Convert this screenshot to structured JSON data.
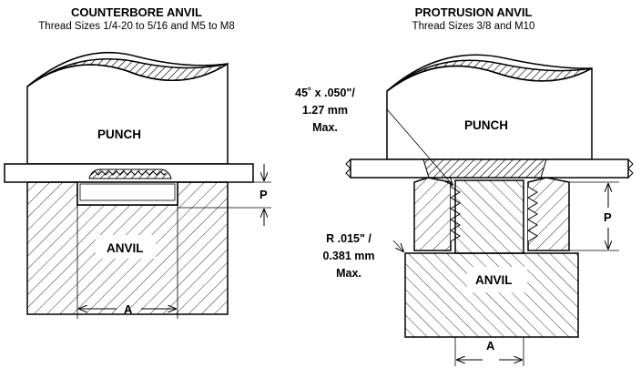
{
  "left": {
    "title": "COUNTERBORE ANVIL",
    "subtitle": "Thread Sizes 1/4-20 to 5/16 and M5 to M8",
    "punch_label": "PUNCH",
    "anvil_label": "ANVIL",
    "dim_p": "P",
    "dim_a": "A"
  },
  "right": {
    "title": "PROTRUSION ANVIL",
    "subtitle": "Thread Sizes 3/8 and M10",
    "punch_label": "PUNCH",
    "anvil_label": "ANVIL",
    "dim_p": "P",
    "dim_a": "A",
    "chamfer_note": [
      "45˚ x .050\"/",
      "1.27 mm",
      "Max."
    ],
    "radius_note": [
      "R .015\" /",
      "0.381 mm",
      "Max."
    ]
  }
}
